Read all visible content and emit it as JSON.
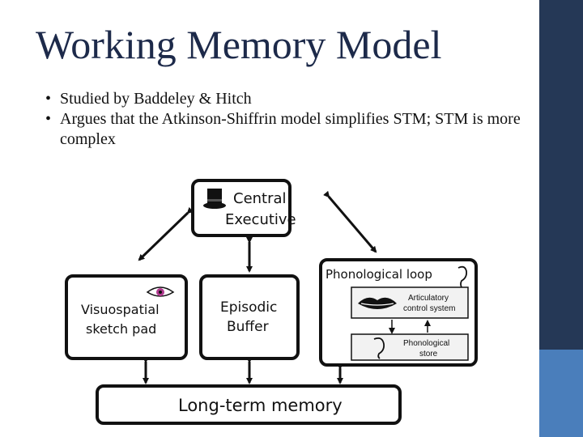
{
  "slide": {
    "title": "Working Memory Model",
    "bullets": [
      "Studied by Baddeley & Hitch",
      "Argues that the Atkinson-Shiffrin model simplifies STM; STM is more complex"
    ]
  },
  "diagram": {
    "central_executive": {
      "line1": "Central",
      "line2": "Executive",
      "icon": "top-hat-icon"
    },
    "visuospatial": {
      "line1": "Visuospatial",
      "line2": "sketch pad",
      "icon": "eye-icon"
    },
    "episodic_buffer": {
      "line1": "Episodic",
      "line2": "Buffer"
    },
    "phonological_loop": {
      "label": "Phonological loop",
      "icon": "ear-icon",
      "articulatory": {
        "line1": "Articulatory",
        "line2": "control system",
        "icon": "lips-icon"
      },
      "store": {
        "line1": "Phonological",
        "line2": "store",
        "icon": "ear-icon"
      }
    },
    "long_term_memory": "Long-term memory"
  },
  "colors": {
    "sidebar": "#253856",
    "sidebar_accent": "#4a7ebb",
    "title": "#1d2a4a"
  }
}
